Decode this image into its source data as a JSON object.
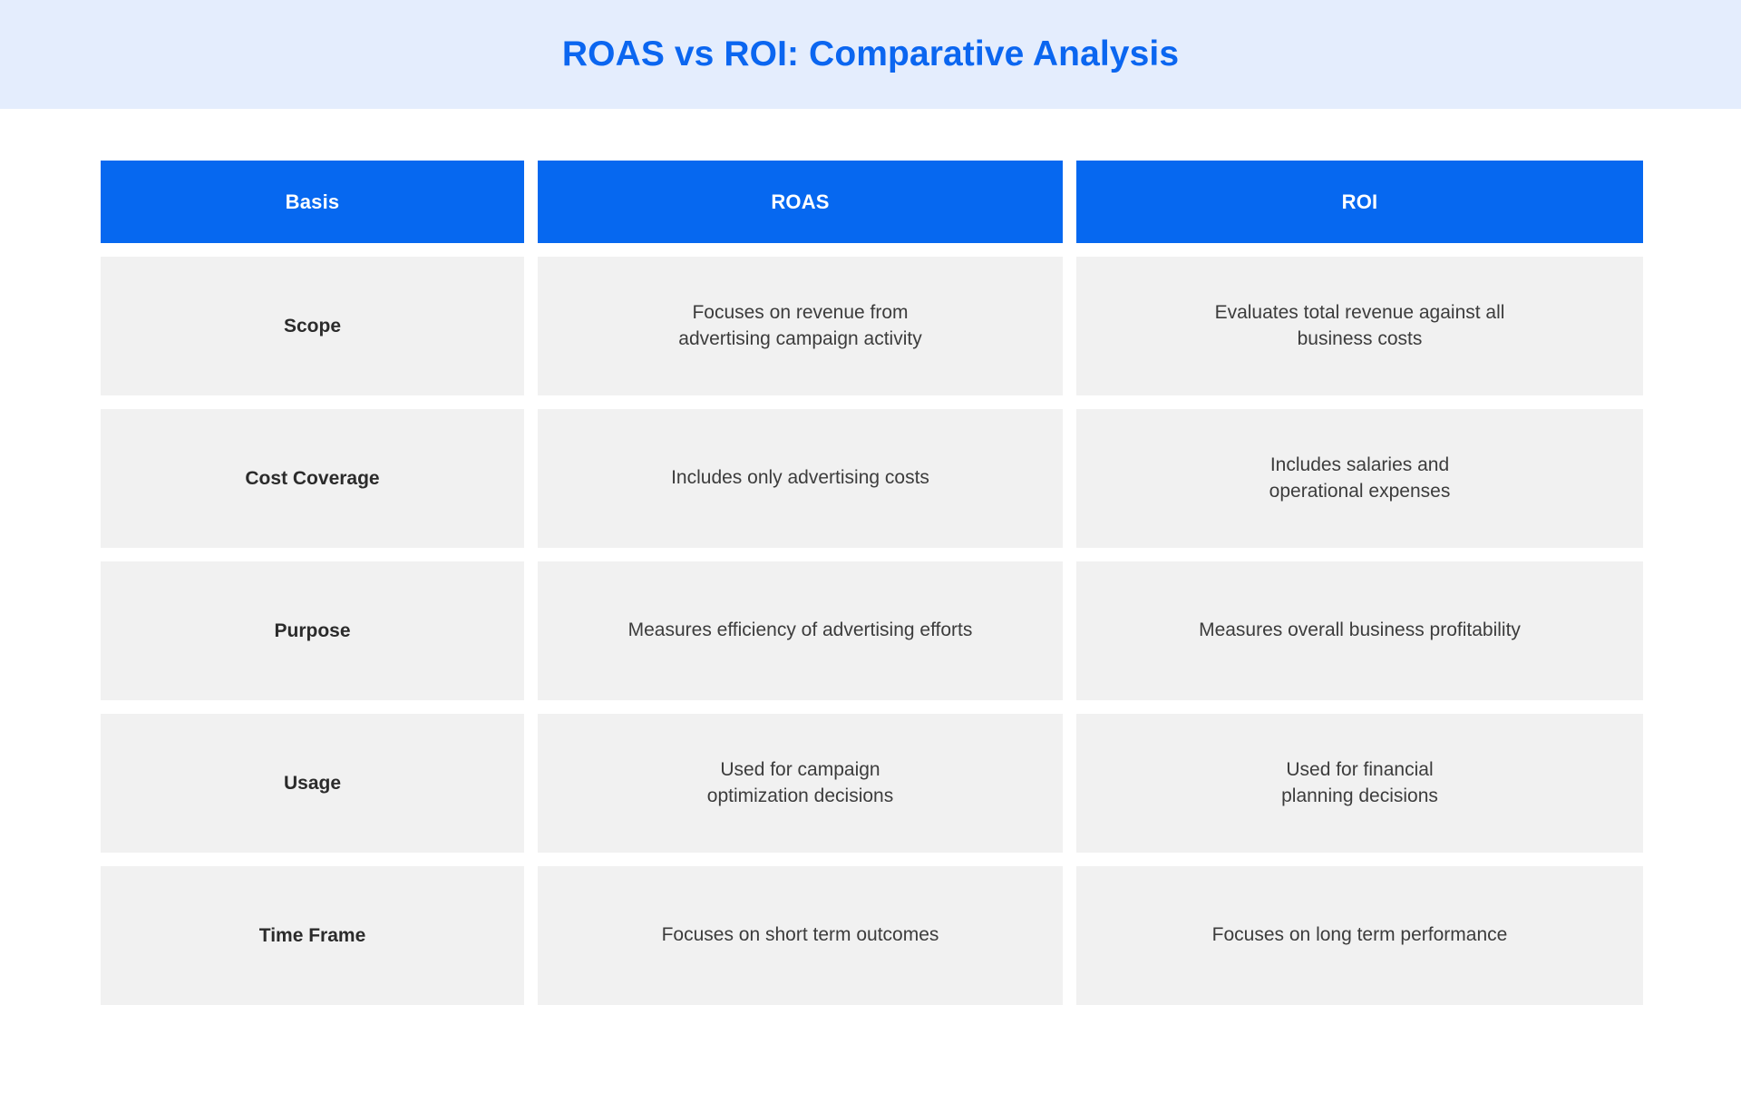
{
  "banner": {
    "title": "ROAS vs ROI: Comparative Analysis",
    "background_color": "#e4edfd",
    "title_color": "#0b66f0"
  },
  "table": {
    "header_background_color": "#0668f0",
    "cell_background_color": "#f1f1f1",
    "columns": [
      {
        "label": "Basis"
      },
      {
        "label": "ROAS"
      },
      {
        "label": "ROI"
      }
    ],
    "rows": [
      {
        "basis": "Scope",
        "roas": "Focuses on revenue from\nadvertising campaign activity",
        "roi": "Evaluates total revenue against all\nbusiness costs"
      },
      {
        "basis": "Cost Coverage",
        "roas": "Includes only advertising costs",
        "roi": "Includes salaries and\noperational expenses"
      },
      {
        "basis": "Purpose",
        "roas": "Measures efficiency of advertising efforts",
        "roi": "Measures overall business profitability"
      },
      {
        "basis": "Usage",
        "roas": "Used for campaign\noptimization decisions",
        "roi": "Used for financial\nplanning decisions"
      },
      {
        "basis": "Time Frame",
        "roas": "Focuses on short term outcomes",
        "roi": "Focuses on long term performance"
      }
    ]
  }
}
